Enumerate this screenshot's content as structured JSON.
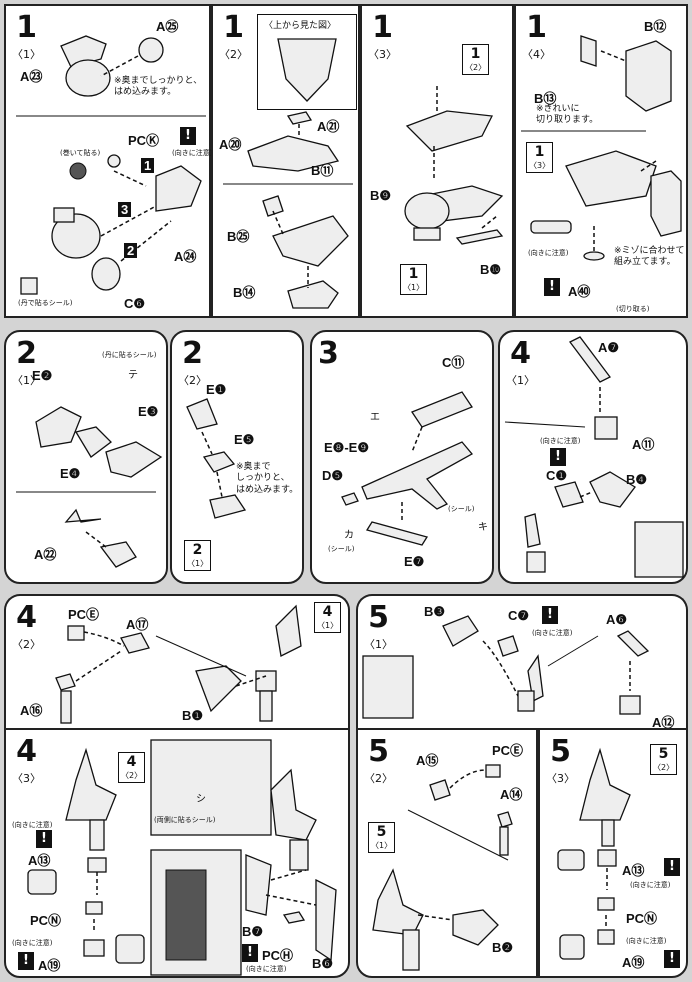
{
  "panels": {
    "p1_1": {
      "num": "1",
      "sub": "〈1〉",
      "labels": {
        "a25": "A㉕",
        "a23": "A㉓",
        "pck": "PCⓀ",
        "a24": "A㉔",
        "c6": "C❻"
      },
      "note_press": "※奥までしっかりと、\nはめ込みます。",
      "note_caution": "(向きに注意)",
      "note_roll": "(巻いて貼る)",
      "seal_label": "(丹で貼るシール)",
      "num1": "1",
      "num2": "2",
      "num3": "3"
    },
    "p1_2": {
      "num": "1",
      "sub": "〈2〉",
      "top_view": "〈上から見た図〉",
      "labels": {
        "a21": "A㉑",
        "a20": "A⑳",
        "b11": "B⑪",
        "b25": "B㉕",
        "b14": "B⑭"
      }
    },
    "p1_3": {
      "num": "1",
      "sub": "〈3〉",
      "labels": {
        "b9": "B❾",
        "b10": "B❿"
      },
      "ref_top": {
        "n": "1",
        "s": "〈2〉"
      },
      "ref_bot": {
        "n": "1",
        "s": "〈1〉"
      }
    },
    "p1_4": {
      "num": "1",
      "sub": "〈4〉",
      "labels": {
        "b12": "B⑫",
        "b13": "B⑬",
        "a40": "A㊵"
      },
      "note_cut": "※きれいに\n切り取ります。",
      "ref": {
        "n": "1",
        "s": "〈3〉"
      },
      "note_groove": "※ミゾに合わせて\n組み立てます。",
      "note_caution": "(向きに注意)",
      "note_cutoff": "(切り取る)"
    },
    "p2_1": {
      "num": "2",
      "sub": "〈1〉",
      "labels": {
        "e2": "E❷",
        "e3": "E❸",
        "e4": "E❹",
        "a22": "A㉒"
      },
      "seal": "(丹に貼るシール)",
      "seal_te": "テ"
    },
    "p2_2": {
      "num": "2",
      "sub": "〈2〉",
      "labels": {
        "e1": "E❶",
        "e5": "E❺"
      },
      "note_press": "※奥まで\nしっかりと、\nはめ込みます。",
      "ref": {
        "n": "2",
        "s": "〈1〉"
      }
    },
    "p3": {
      "num": "3",
      "sub": "",
      "labels": {
        "c11": "C⑪",
        "e8e9": "E❽-E❾",
        "d5": "D❺",
        "e7": "E❼"
      },
      "seal_e": "エ",
      "seal_ka": "カ",
      "seal_ki": "キ",
      "seal_word": "(シール)"
    },
    "p4_1": {
      "num": "4",
      "sub": "〈1〉",
      "labels": {
        "a7": "A❼",
        "a11": "A⑪",
        "c1": "C❶",
        "b4": "B❹"
      },
      "note_caution": "(向きに注意)"
    },
    "p4_2": {
      "num": "4",
      "sub": "〈2〉",
      "labels": {
        "pce": "PCⒺ",
        "a17": "A⑰",
        "a16": "A⑯",
        "b1": "B❶"
      },
      "ref": {
        "n": "4",
        "s": "〈1〉"
      }
    },
    "p5_1": {
      "num": "5",
      "sub": "〈1〉",
      "labels": {
        "b3": "B❸",
        "c7": "C❼",
        "a6": "A❻",
        "a12": "A⑫"
      },
      "note_caution": "(向きに注意)"
    },
    "p4_3": {
      "num": "4",
      "sub": "〈3〉",
      "labels": {
        "a13": "A⑬",
        "pcn": "PCⓃ",
        "a19": "A⑲",
        "b7": "B❼",
        "pch": "PCⒽ",
        "b6": "B❻"
      },
      "ref": {
        "n": "4",
        "s": "〈2〉"
      },
      "note_caution": "(向きに注意)",
      "seal_shi": "シ",
      "seal_note": "(両側に貼るシール)"
    },
    "p5_2": {
      "num": "5",
      "sub": "〈2〉",
      "labels": {
        "a15": "A⑮",
        "pce": "PCⒺ",
        "a14": "A⑭",
        "b2": "B❷"
      },
      "ref": {
        "n": "5",
        "s": "〈1〉"
      }
    },
    "p5_3": {
      "num": "5",
      "sub": "〈3〉",
      "labels": {
        "a13": "A⑬",
        "pcn": "PCⓃ",
        "a19": "A⑲"
      },
      "ref": {
        "n": "5",
        "s": "〈2〉"
      },
      "note_caution": "(向きに注意)"
    }
  },
  "warning_mark": "!"
}
